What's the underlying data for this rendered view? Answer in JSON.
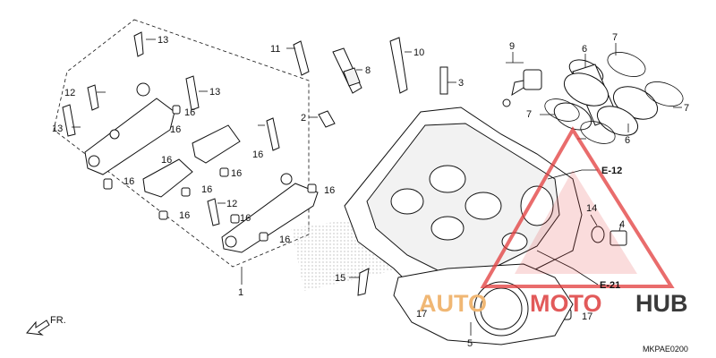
{
  "diagram": {
    "callouts": [
      "13",
      "12",
      "13",
      "13",
      "16",
      "16",
      "16",
      "16",
      "16",
      "16",
      "16",
      "16",
      "16",
      "16",
      "16",
      "12",
      "1",
      "11",
      "8",
      "10",
      "3",
      "2",
      "9",
      "6",
      "7",
      "7",
      "7",
      "6",
      "14",
      "4",
      "15",
      "17",
      "17",
      "5"
    ],
    "cross_refs": [
      "E-12",
      "E-21"
    ],
    "front_label": "FR.",
    "diagram_code": "MKPAE0200"
  },
  "watermark": {
    "text_auto": "AUTO",
    "text_moto": "MOTO",
    "text_hub": "HUB",
    "colors": {
      "auto": "#f0b774",
      "moto": "#e25a5a",
      "hub": "#3a3a3a",
      "triangle": "#e23b3b"
    }
  },
  "icons": {
    "front_arrow": "arrow-icon"
  }
}
